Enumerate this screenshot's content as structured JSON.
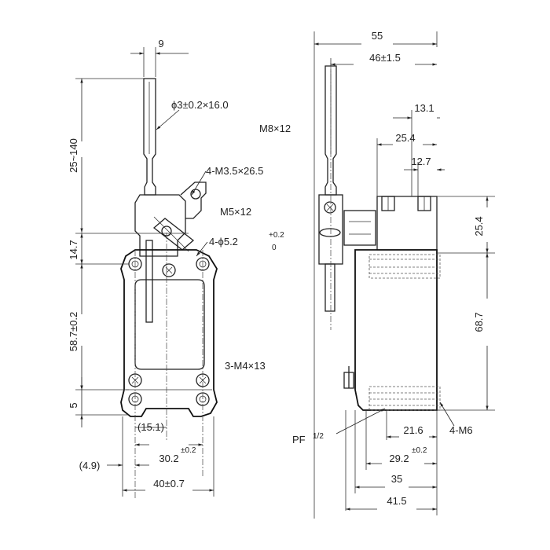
{
  "diagram": {
    "front_view": {
      "dims": {
        "top_width": "9",
        "rod": "ϕ3±0.2×16.0",
        "height_range": "25~140",
        "screw_top": "4-M3.5×26.5",
        "screw_m5": "M5×12",
        "hole": "4-ϕ5.2",
        "hole_tol_plus": "+0.2",
        "hole_tol_zero": "0",
        "v14": "14.7",
        "v58": "58.7±0.2",
        "v5": "5",
        "screw_bottom": "3-M4×13",
        "h15": "(15.1)",
        "h30": "30.2",
        "h30_tol": "±0.2",
        "h4_9": "(4.9)",
        "h40": "40±0.7"
      }
    },
    "side_view": {
      "dims": {
        "w55": "55",
        "w46": "46±1.5",
        "m8": "M8×12",
        "w13": "13.1",
        "w25": "25.4",
        "w12": "12.7",
        "v25": "25.4",
        "v68": "68.7",
        "pf": "PF",
        "pf_frac": "1/2",
        "w21": "21.6",
        "w29": "29.2",
        "w29_tol": "±0.2",
        "m6": "4-M6",
        "w35": "35",
        "w41": "41.5"
      }
    }
  }
}
